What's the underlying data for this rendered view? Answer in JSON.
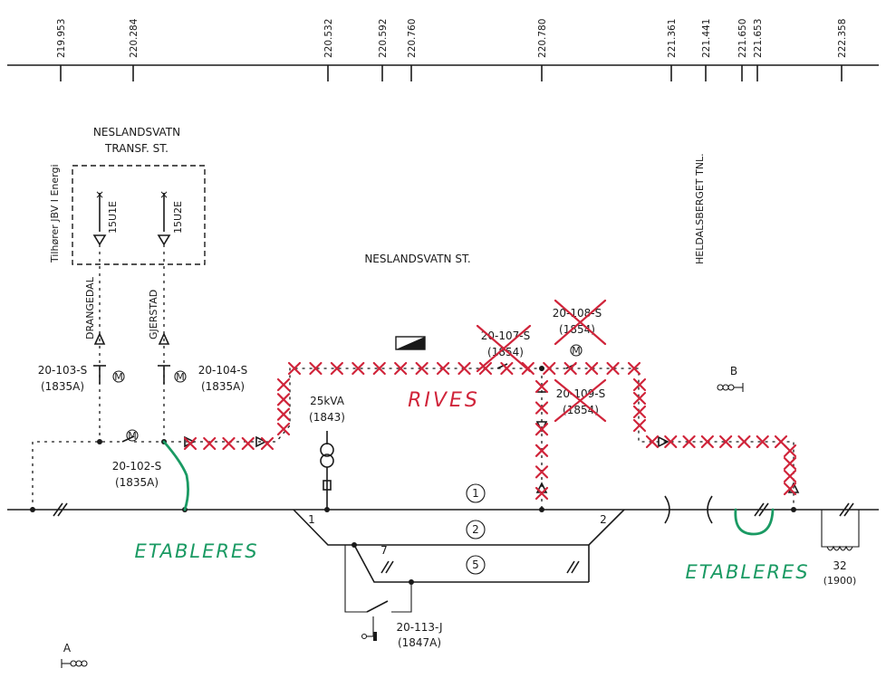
{
  "km_posts": [
    "219.953",
    "220.284",
    "220.532",
    "220.592",
    "220.760",
    "220.780",
    "221.361",
    "221.441",
    "221.650",
    "221.653",
    "222.358"
  ],
  "transformer_station": {
    "name_line1": "NESLANDSVATN",
    "name_line2": "TRANSF. ST.",
    "owner_label": "Tilhører JBV I Energi",
    "breaker_1": "15U1E",
    "breaker_2": "15U2E"
  },
  "station_name": "NESLANDSVATN ST.",
  "tunnel_name": "HELDALSBERGET TNL.",
  "feeders": {
    "left": "DRANGEDAL",
    "right": "GJERSTAD"
  },
  "switches": {
    "s103": {
      "id": "20-103-S",
      "type": "(1835A)"
    },
    "s104": {
      "id": "20-104-S",
      "type": "(1835A)"
    },
    "s102": {
      "id": "20-102-S",
      "type": "(1835A)"
    },
    "s107": {
      "id": "20-107-S",
      "type": "(1854)"
    },
    "s108": {
      "id": "20-108-S",
      "type": "(1854)"
    },
    "s109": {
      "id": "20-109-S",
      "type": "(1854)"
    },
    "j113": {
      "id": "20-113-J",
      "type": "(1847A)"
    }
  },
  "motor_symbol": "M",
  "transformer_small": {
    "rating": "25kVA",
    "type": "(1843)"
  },
  "tracks": {
    "t1": "1",
    "t2": "2",
    "t5": "5"
  },
  "switch_numbers": {
    "w1": "1",
    "w2": "2",
    "w7": "7"
  },
  "signals": {
    "a": "A",
    "b": "B"
  },
  "booster": {
    "number": "32",
    "type": "(1900)"
  },
  "annotations": {
    "remove": "RIVES",
    "establish_left": "ETABLERES",
    "establish_right": "ETABLERES"
  },
  "colors": {
    "ink": "#1a1a1a",
    "remove": "#d0243a",
    "establish": "#1a9a63"
  }
}
